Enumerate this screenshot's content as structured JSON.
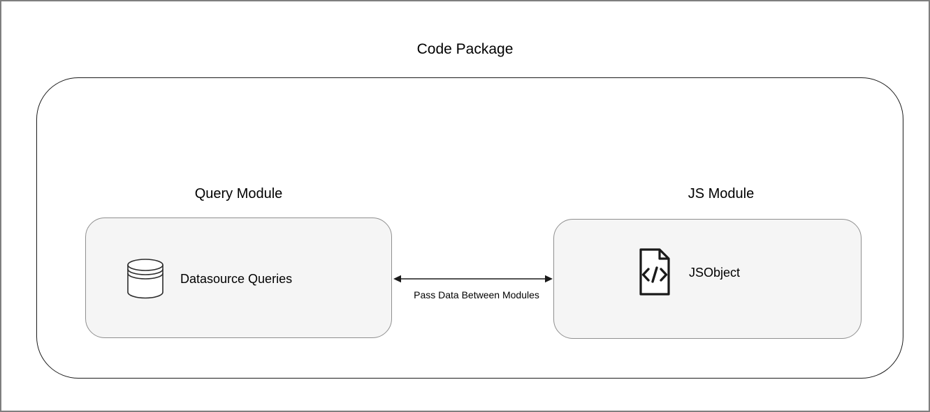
{
  "diagram": {
    "title": "Code Package",
    "modules": [
      {
        "label": "Query Module",
        "item": "Datasource Queries",
        "icon": "database-icon"
      },
      {
        "label": "JS Module",
        "item": "JSObject",
        "icon": "code-file-icon"
      }
    ],
    "connector": {
      "label": "Pass Data Between Modules",
      "type": "bidirectional-arrow"
    },
    "colors": {
      "background": "#ffffff",
      "frame_border": "#7f7f7f",
      "container_border": "#1a1a1a",
      "box_fill": "#f5f5f5",
      "box_border": "#8f8f8f",
      "arrow": "#1a1a1a",
      "text": "#000000"
    }
  }
}
